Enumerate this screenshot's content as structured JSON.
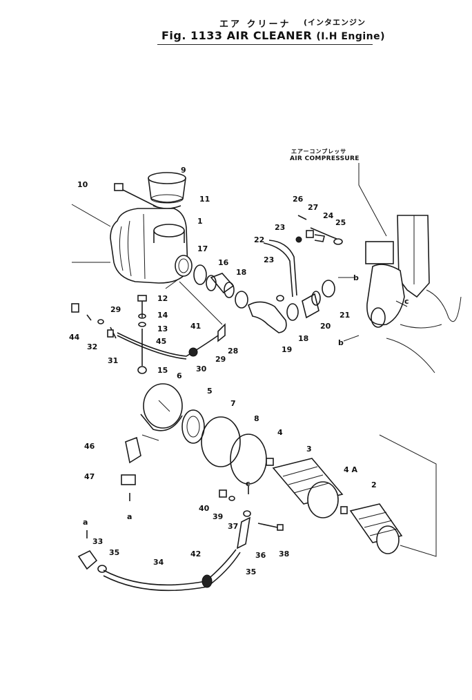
{
  "title": {
    "japanese": "エア クリーナ",
    "japanese_sub": "(インタエンジン",
    "main": "Fig. 1133  AIR  CLEANER",
    "main_sub": "(I.H Engine)"
  },
  "air_compressure": {
    "japanese": "エアーコンプレッサ",
    "english": "AIR COMPRESSURE"
  },
  "part_labels": [
    "9",
    "10",
    "11",
    "1",
    "17",
    "16",
    "18",
    "22",
    "23",
    "23",
    "26",
    "27",
    "24",
    "25",
    "12",
    "14",
    "13",
    "29",
    "44",
    "32",
    "31",
    "45",
    "15",
    "41",
    "30",
    "29",
    "28",
    "19",
    "18",
    "20",
    "21",
    "b",
    "b",
    "c",
    "6",
    "5",
    "7",
    "8",
    "4",
    "3",
    "4 A",
    "2",
    "46",
    "47",
    "a",
    "a",
    "40",
    "39",
    "c",
    "37",
    "38",
    "36",
    "33",
    "35",
    "34",
    "42",
    "35"
  ]
}
